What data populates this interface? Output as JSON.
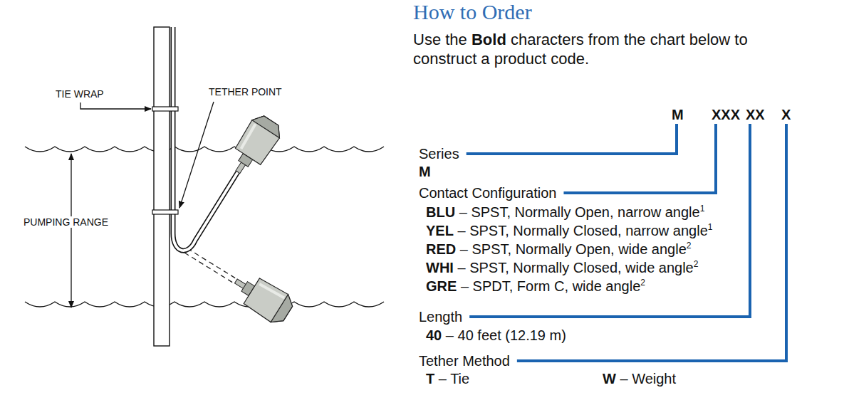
{
  "diagram": {
    "title": "How to Order",
    "labels": [
      "TIE WRAP",
      "TETHER POINT",
      "PUMPING RANGE",
      "Use the",
      "Bold",
      "characters from the chart below to construct a product code.",
      "M",
      "XXX",
      "XX",
      "X",
      "Series",
      "M",
      "Contact Configuration",
      "BLU",
      "– SPST, Normally Open, narrow angle",
      "1",
      "YEL",
      "– SPST, Normally Closed, narrow angle",
      "1",
      "RED",
      "– SPST, Normally Open, wide angle",
      "2",
      "WHI",
      "– SPST, Normally Closed, wide angle",
      "2",
      "GRE",
      "– SPDT, Form C, wide angle",
      "2",
      "Length",
      "40",
      "– 40 feet (12.19 m)",
      "Tether Method",
      "T",
      "– Tie",
      "W",
      "– Weight"
    ]
  }
}
